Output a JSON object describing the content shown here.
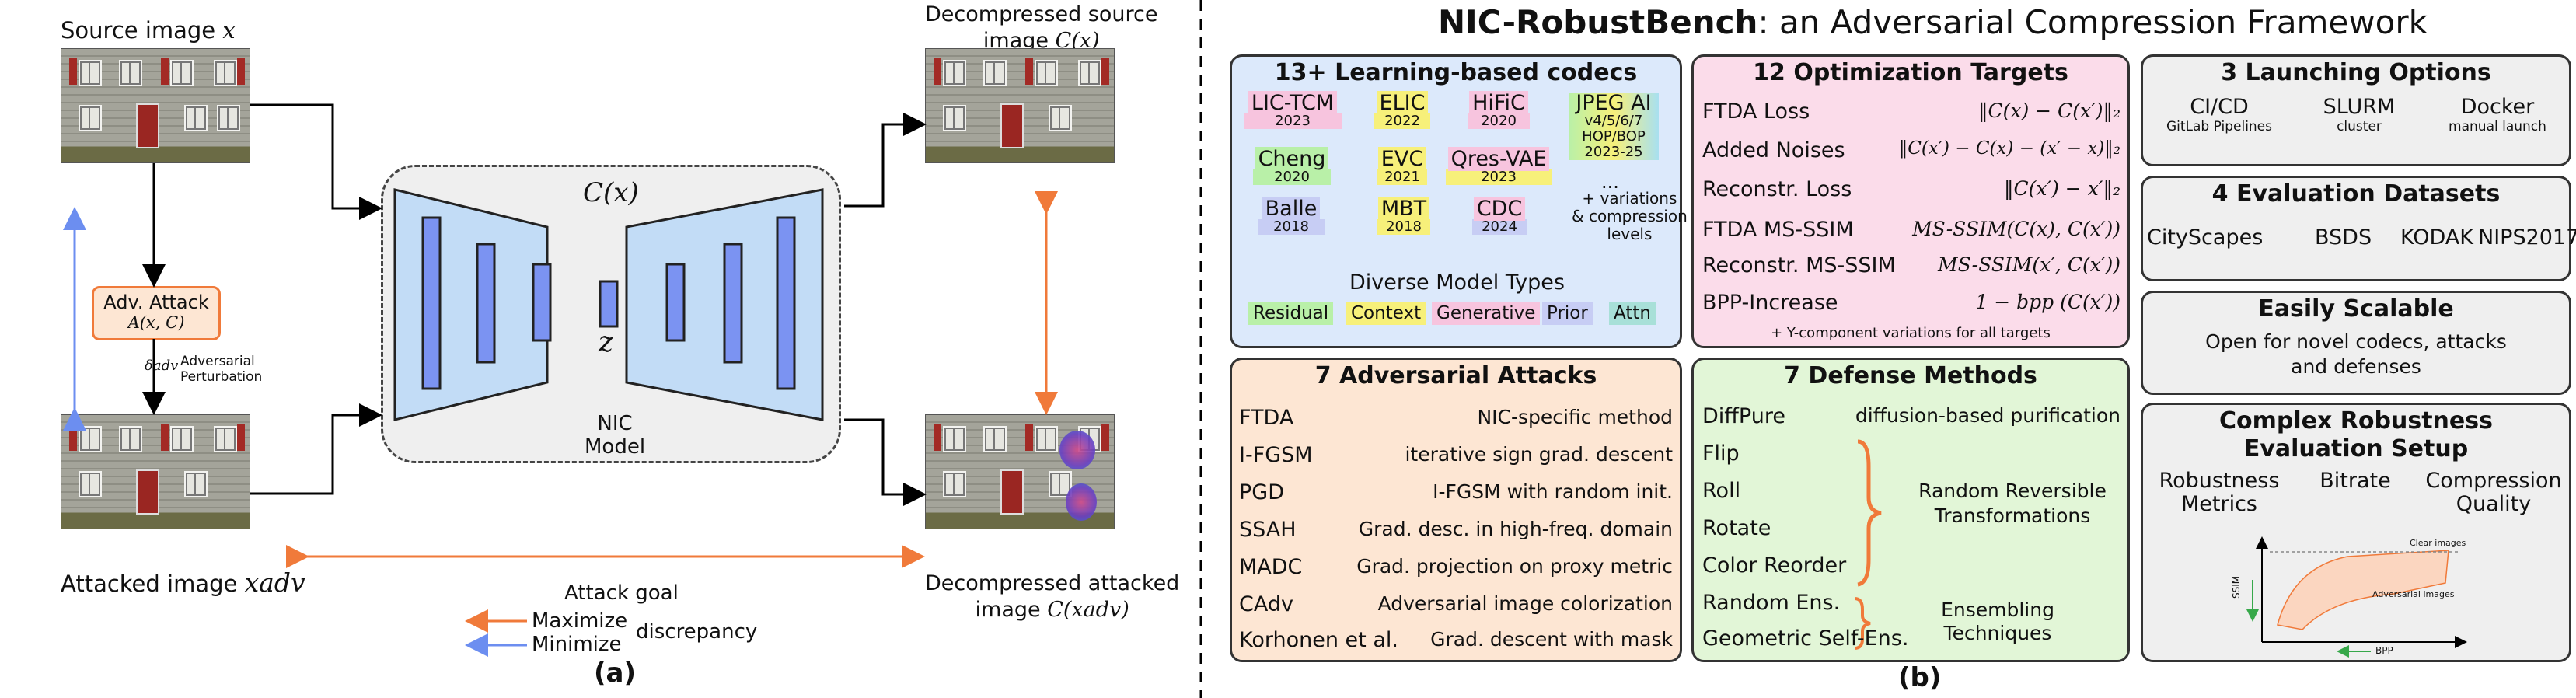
{
  "left": {
    "source_label": "Source image",
    "source_math": "x",
    "decomp_src_line1": "Decompressed source",
    "decomp_src_line2": "image",
    "decomp_src_math": "C(x)",
    "attack_box_title": "Adv. Attack",
    "attack_box_math": "A(x, C)",
    "delta_label": "δadv",
    "perturbation_line1": "Adversarial",
    "perturbation_line2": "Perturbation",
    "model_math_top": "C(x)",
    "model_math_z": "z",
    "model_label_line1": "NIC",
    "model_label_line2": "Model",
    "attacked_label": "Attacked image",
    "attacked_math": "xadv",
    "decomp_att_line1": "Decompressed attacked",
    "decomp_att_line2": "image",
    "decomp_att_math": "C(xadv)",
    "goal_title": "Attack goal",
    "maximize": "Maximize",
    "minimize": "Minimize",
    "discrepancy": "discrepancy",
    "panel_label": "(a)"
  },
  "right": {
    "title_bold": "NIC-RobustBench",
    "title_rest": ": an Adversarial Compression Framework",
    "panel_label": "(b)",
    "codecs": {
      "header": "13+ Learning-based codecs",
      "items": [
        {
          "name": "LIC-TCM",
          "year": "2023"
        },
        {
          "name": "ELIC",
          "year": "2022"
        },
        {
          "name": "HiFiC",
          "year": "2020"
        },
        {
          "name": "JPEG AI",
          "year": "v4/5/6/7 HOP/BOP 2023-25"
        },
        {
          "name": "Cheng",
          "year": "2020"
        },
        {
          "name": "EVC",
          "year": "2021"
        },
        {
          "name": "Qres-VAE",
          "year": "2023"
        },
        {
          "name": "Balle",
          "year": "2018"
        },
        {
          "name": "MBT",
          "year": "2018"
        },
        {
          "name": "CDC",
          "year": "2024"
        }
      ],
      "more": "...",
      "more_note_line1": "+ variations",
      "more_note_line2": "& compression",
      "more_note_line3": "levels",
      "types_header": "Diverse Model Types",
      "types": [
        "Residual",
        "Context",
        "Generative",
        "Prior",
        "Attn"
      ]
    },
    "targets": {
      "header": "12 Optimization Targets",
      "items": [
        {
          "name": "FTDA Loss",
          "formula": "‖C(x) − C(x′)‖₂"
        },
        {
          "name": "Added Noises",
          "formula": "‖C(x′) − C(x) − (x′ − x)‖₂"
        },
        {
          "name": "Reconstr. Loss",
          "formula": "‖C(x′) − x′‖₂"
        },
        {
          "name": "FTDA MS-SSIM",
          "formula": "MS-SSIM(C(x), C(x′))"
        },
        {
          "name": "Reconstr. MS-SSIM",
          "formula": "MS-SSIM(x′, C(x′))"
        },
        {
          "name": "BPP-Increase",
          "formula": "1 − bpp (C(x′))"
        }
      ],
      "note": "+ Y-component variations for all targets"
    },
    "launch": {
      "header": "3 Launching Options",
      "items": [
        {
          "name": "CI/CD",
          "sub": "GitLab Pipelines"
        },
        {
          "name": "SLURM",
          "sub": "cluster"
        },
        {
          "name": "Docker",
          "sub": "manual launch"
        }
      ]
    },
    "datasets": {
      "header": "4 Evaluation Datasets",
      "items": [
        "CityScapes",
        "BSDS",
        "KODAK",
        "NIPS2017"
      ]
    },
    "scalable": {
      "header": "Easily Scalable",
      "line1": "Open for novel codecs, attacks",
      "line2": "and defenses"
    },
    "complex": {
      "header_line1": "Complex Robustness",
      "header_line2": "Evaluation Setup",
      "items": [
        {
          "line1": "Robustness",
          "line2": "Metrics"
        },
        {
          "line1": "Bitrate",
          "line2": ""
        },
        {
          "line1": "Compression",
          "line2": "Quality"
        }
      ],
      "mini_chart": {
        "ylabel": "SSIM",
        "xlabel": "BPP",
        "clear": "Clear images",
        "adv": "Adversarial images"
      }
    },
    "attacks": {
      "header": "7 Adversarial Attacks",
      "items": [
        {
          "name": "FTDA",
          "desc": "NIC-specific method"
        },
        {
          "name": "I-FGSM",
          "desc": "iterative sign grad. descent"
        },
        {
          "name": "PGD",
          "desc": "I-FGSM with random init."
        },
        {
          "name": "SSAH",
          "desc": "Grad. desc. in high-freq. domain"
        },
        {
          "name": "MADC",
          "desc": "Grad. projection on proxy metric"
        },
        {
          "name": "CAdv",
          "desc": "Adversarial image colorization"
        },
        {
          "name": "Korhonen et al.",
          "desc": "Grad. descent with mask"
        }
      ]
    },
    "defenses": {
      "header": "7 Defense Methods",
      "diffpure": "DiffPure",
      "diffpure_desc": "diffusion-based purification",
      "reversible": [
        "Flip",
        "Roll",
        "Rotate",
        "Color Reorder"
      ],
      "reversible_desc_line1": "Random Reversible",
      "reversible_desc_line2": "Transformations",
      "ensembling": [
        "Random Ens.",
        "Geometric Self-Ens."
      ],
      "ensembling_desc_line1": "Ensembling",
      "ensembling_desc_line2": "Techniques"
    }
  },
  "colors": {
    "codec_bg": "#dce9fb",
    "targets_bg": "#fbdcea",
    "neutral_bg": "#efefef",
    "attacks_bg": "#fde6d3",
    "defenses_bg": "#e2f6d7",
    "orange": "#f07a3a",
    "blue": "#6c8ef0",
    "model_blue": "#7b93f2"
  }
}
